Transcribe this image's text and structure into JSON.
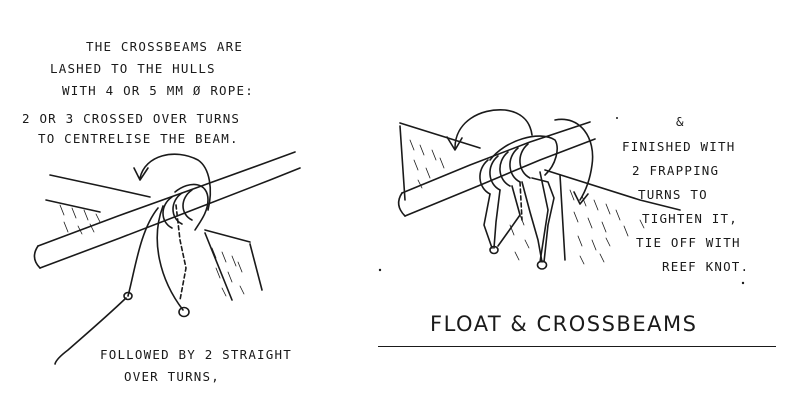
{
  "caption_left": {
    "lines": [
      "THE CROSSBEAMS ARE",
      "LASHED TO THE HULLS",
      "WITH 4 OR 5 mm Ø ROPE:",
      "2 OR 3 CROSSED OVER TURNS",
      "TO CENTRELISE THE BEAM."
    ]
  },
  "caption_bottom": {
    "lines": [
      "FOLLOWED BY 2 STRAIGHT",
      "OVER TURNS,"
    ]
  },
  "caption_right": {
    "lines": [
      "&",
      "FINISHED WITH",
      "2 FRAPPING",
      "TURNS TO",
      "TIGHTEN IT,",
      "TIE OFF WITH",
      "REEF KNOT."
    ]
  },
  "title": "FLOAT & CROSSBEAMS"
}
